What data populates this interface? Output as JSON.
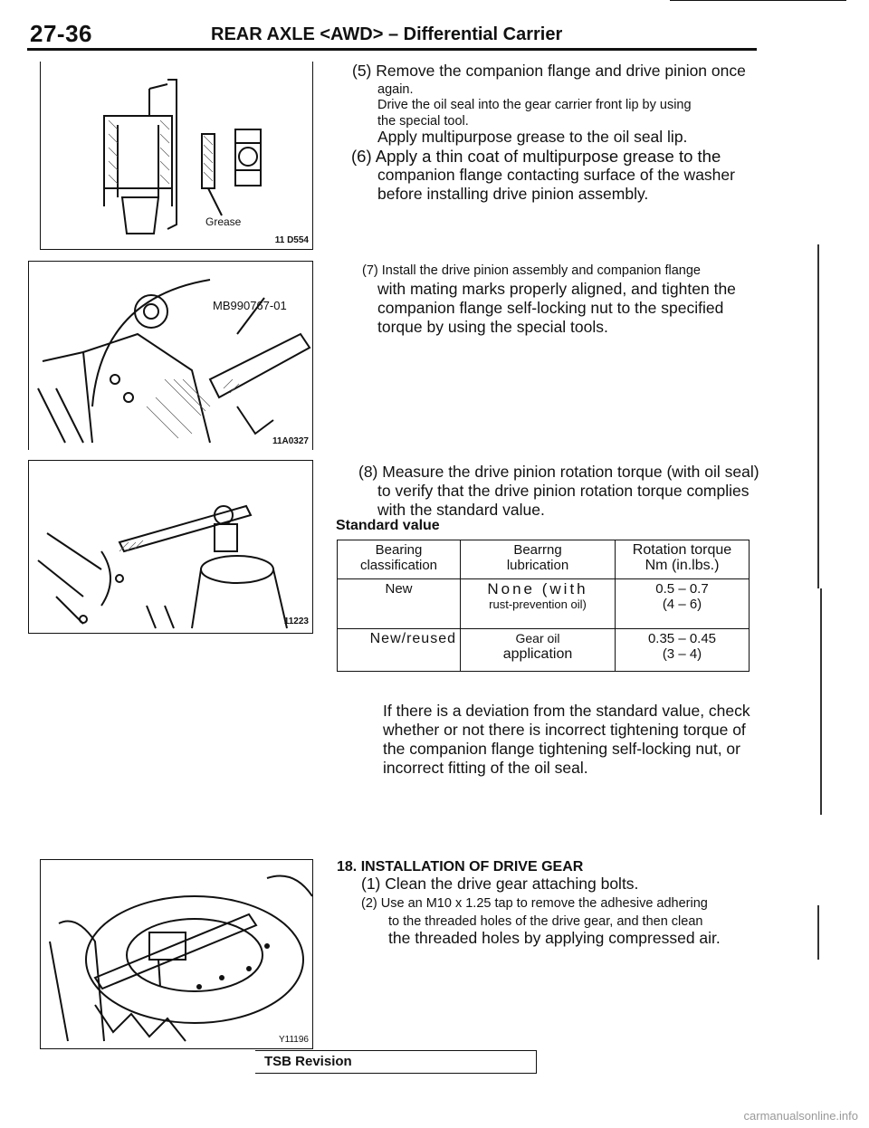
{
  "header": {
    "page_number": "27-36",
    "title": "REAR AXLE <AWD> – Differential Carrier"
  },
  "figures": {
    "fig1_label": "Grease",
    "fig1_code": "11 D554",
    "fig2_label": "MB990767-01",
    "fig2_code": "11A0327",
    "fig3_code": "11223",
    "fig4_code": "Y11196"
  },
  "steps": {
    "s5_line1": "(5) Remove the companion flange and drive pinion once",
    "s5_line2": "again.",
    "s5_line3": "Drive the oil seal into the gear carrier front lip by using",
    "s5_line4": "the special tool.",
    "s5_line5": "Apply multipurpose grease to the oil seal lip.",
    "s6_line1": "(6) Apply a thin coat of multipurpose grease to the",
    "s6_line2": "companion flange contacting surface of the washer",
    "s6_line3": "before installing drive pinion assembly.",
    "s7_line1": "(7) Install the drive pinion assembly and companion flange",
    "s7_line2": "with mating marks properly aligned, and tighten the",
    "s7_line3": "companion flange self-locking nut to the specified",
    "s7_line4": "torque by using the special tools.",
    "s8_line1": "(8) Measure the drive pinion rotation torque (with oil seal)",
    "s8_line2": "to verify that the drive pinion rotation torque complies",
    "s8_line3": "with the standard value.",
    "std_value": "Standard value",
    "deviation_line1": "If there is a deviation from the standard value, check",
    "deviation_line2": "whether or not there is incorrect tightening torque of",
    "deviation_line3": "the companion flange tightening self-locking nut, or",
    "deviation_line4": "incorrect fitting of the oil seal."
  },
  "table": {
    "headers": {
      "col1_a": "Bearing",
      "col1_b": "classification",
      "col2_a": "Bearrng",
      "col2_b": "lubrication",
      "col3_a": "Rotation torque",
      "col3_b": "Nm (in.lbs.)"
    },
    "rows": [
      {
        "classification": "New",
        "lub_a": "None (with",
        "lub_b": "rust-prevention oil)",
        "torque_a": "0.5 – 0.7",
        "torque_b": "(4 – 6)"
      },
      {
        "classification": "New/reused",
        "lub_a": "Gear oil",
        "lub_b": "application",
        "torque_a": "0.35 – 0.45",
        "torque_b": "(3 – 4)"
      }
    ]
  },
  "section18": {
    "heading": "18. INSTALLATION OF DRIVE GEAR",
    "s1": "(1) Clean the drive gear attaching bolts.",
    "s2_line1": "(2) Use an M10 x 1.25 tap to remove the adhesive adhering",
    "s2_line2": "to the threaded holes of the drive gear, and then clean",
    "s2_line3": "the threaded holes by applying compressed air."
  },
  "footer": {
    "tsb": "TSB Revision",
    "watermark": "carmanualsonline.info"
  }
}
